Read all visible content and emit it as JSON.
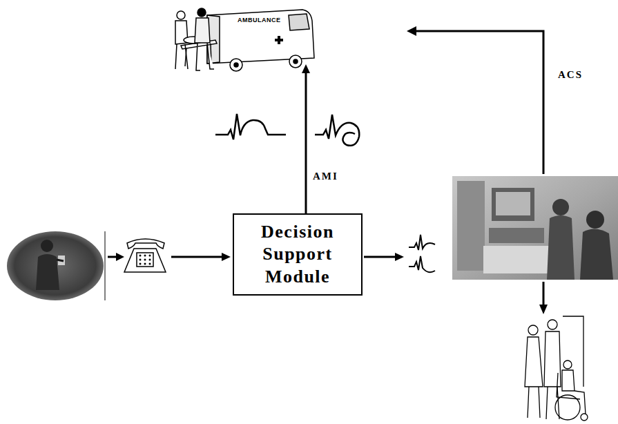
{
  "diagram": {
    "nodes": [
      {
        "text": [
          "AMBULANCE"
        ]
      },
      {
        "text": [
          "Decision Support Module"
        ]
      }
    ],
    "edges": [
      {
        "from": 1,
        "to": 0,
        "arrow": "to",
        "label": "AMI"
      }
    ],
    "labels": [
      "ACS"
    ]
  }
}
